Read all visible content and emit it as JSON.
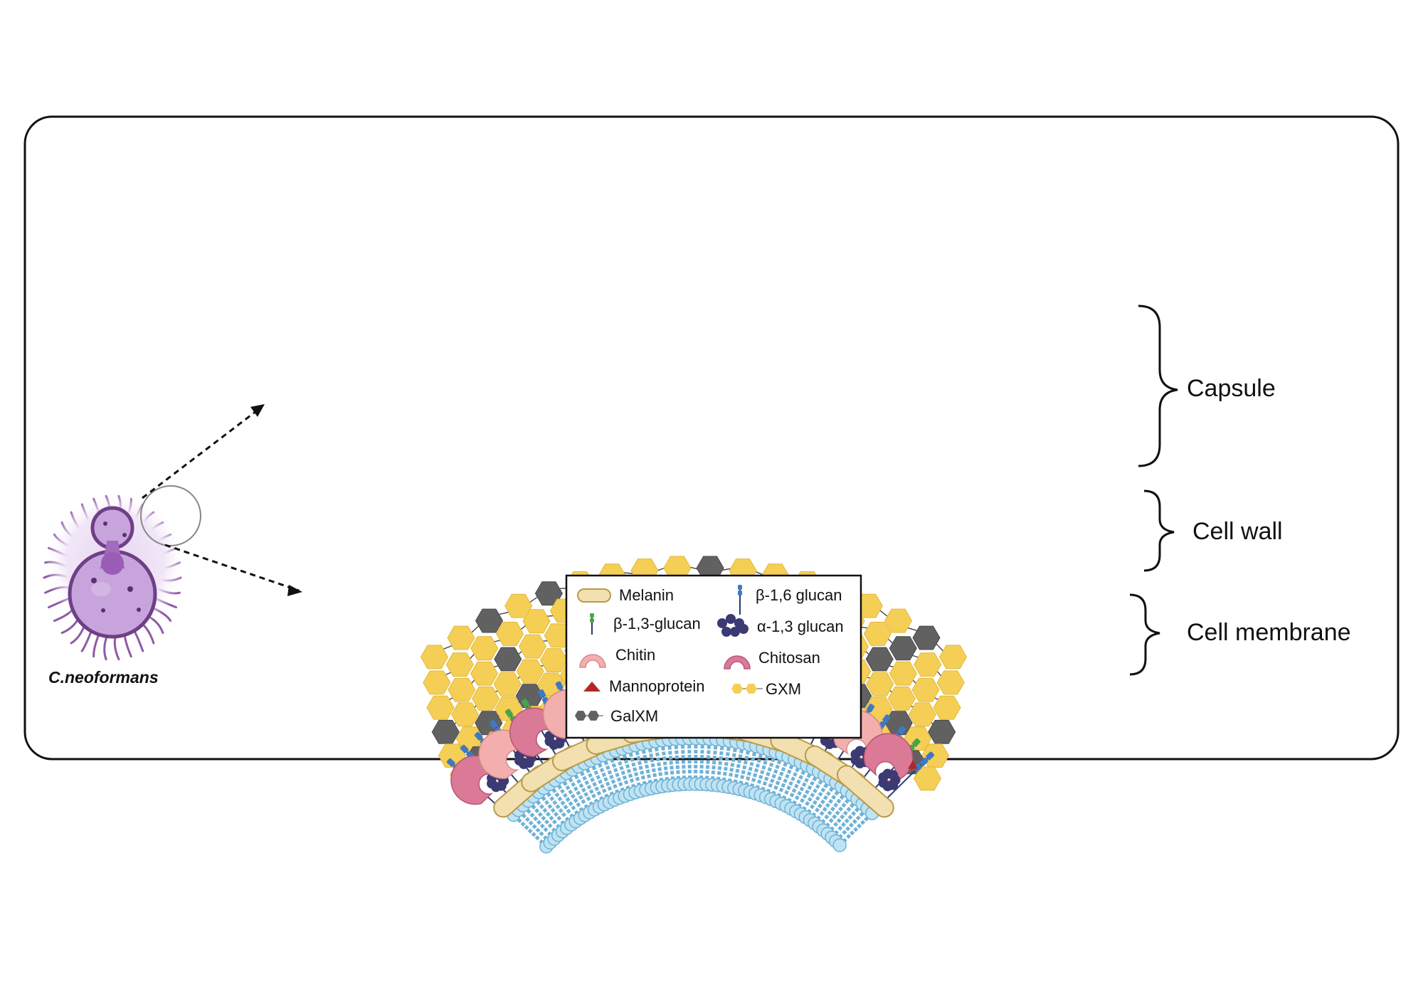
{
  "organism_label": "C.neoformans",
  "layers": [
    {
      "key": "capsule",
      "label": "Capsule"
    },
    {
      "key": "cell_wall",
      "label": "Cell wall"
    },
    {
      "key": "cell_membrane",
      "label": "Cell membrane"
    }
  ],
  "legend": {
    "items": [
      {
        "key": "melanin",
        "label": "Melanin",
        "icon": "melanin-icon"
      },
      {
        "key": "beta16",
        "label": "β-1,6 glucan",
        "icon": "beta-1-6-glucan-icon"
      },
      {
        "key": "beta13",
        "label": "β-1,3-glucan",
        "icon": "beta-1-3-glucan-icon"
      },
      {
        "key": "alpha13",
        "label": "α-1,3 glucan",
        "icon": "alpha-1-3-glucan-icon"
      },
      {
        "key": "chitin",
        "label": "Chitin",
        "icon": "chitin-icon"
      },
      {
        "key": "chitosan",
        "label": "Chitosan",
        "icon": "chitosan-icon"
      },
      {
        "key": "mannoprotein",
        "label": "Mannoprotein",
        "icon": "mannoprotein-icon"
      },
      {
        "key": "gxm",
        "label": "GXM",
        "icon": "gxm-icon"
      },
      {
        "key": "galxm",
        "label": "GalXM",
        "icon": "galxm-icon"
      }
    ]
  },
  "colors": {
    "gxm": "#f5cf55",
    "galxm": "#616161",
    "melanin": "#f3e0b0",
    "melanin_stroke": "#b89a4a",
    "chitin": "#f2afae",
    "chitosan": "#da7a97",
    "alpha_glucan": "#3b3a72",
    "beta16": "#3f79c2",
    "beta13": "#49a34a",
    "mannoprotein": "#b3262a",
    "lipid": "#bfe3f2",
    "lipid_stroke": "#6fb2d6",
    "cell_body": "#b58fcd",
    "cell_hair": "#8e5aa6"
  }
}
